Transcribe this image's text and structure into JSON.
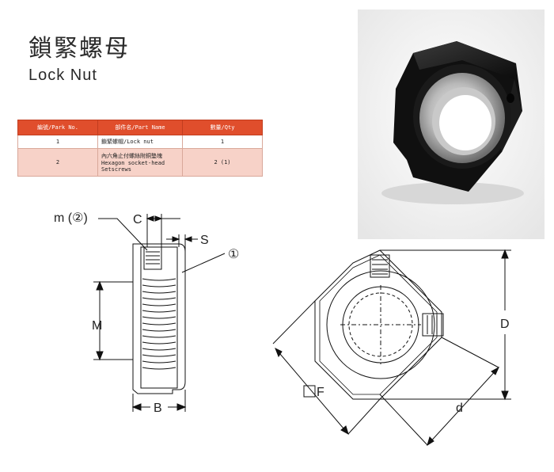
{
  "title": {
    "chinese": "鎖緊螺母",
    "english": "Lock Nut"
  },
  "parts_table": {
    "headers": [
      "編號/Park No.",
      "部件名/Part Name",
      "數量/Qty"
    ],
    "rows": [
      {
        "no": "1",
        "name_line1": "鎖緊螺帽/Lock nut",
        "name_line2": "",
        "name_line3": "",
        "qty": "1"
      },
      {
        "no": "2",
        "name_line1": "內六角止付螺絲附銅墊塊",
        "name_line2": "Hexagon socket-head",
        "name_line3": "Setscrews",
        "qty": "2 (1)"
      }
    ]
  },
  "drawing_labels": {
    "m2": "m (②)",
    "c": "C",
    "s": "S",
    "one": "①",
    "big_m": "M",
    "b": "B",
    "d_big": "D",
    "f": "F",
    "d_small": "d"
  },
  "colors": {
    "table_header": "#e04e2c",
    "table_alt_row": "#f7d2c8"
  }
}
